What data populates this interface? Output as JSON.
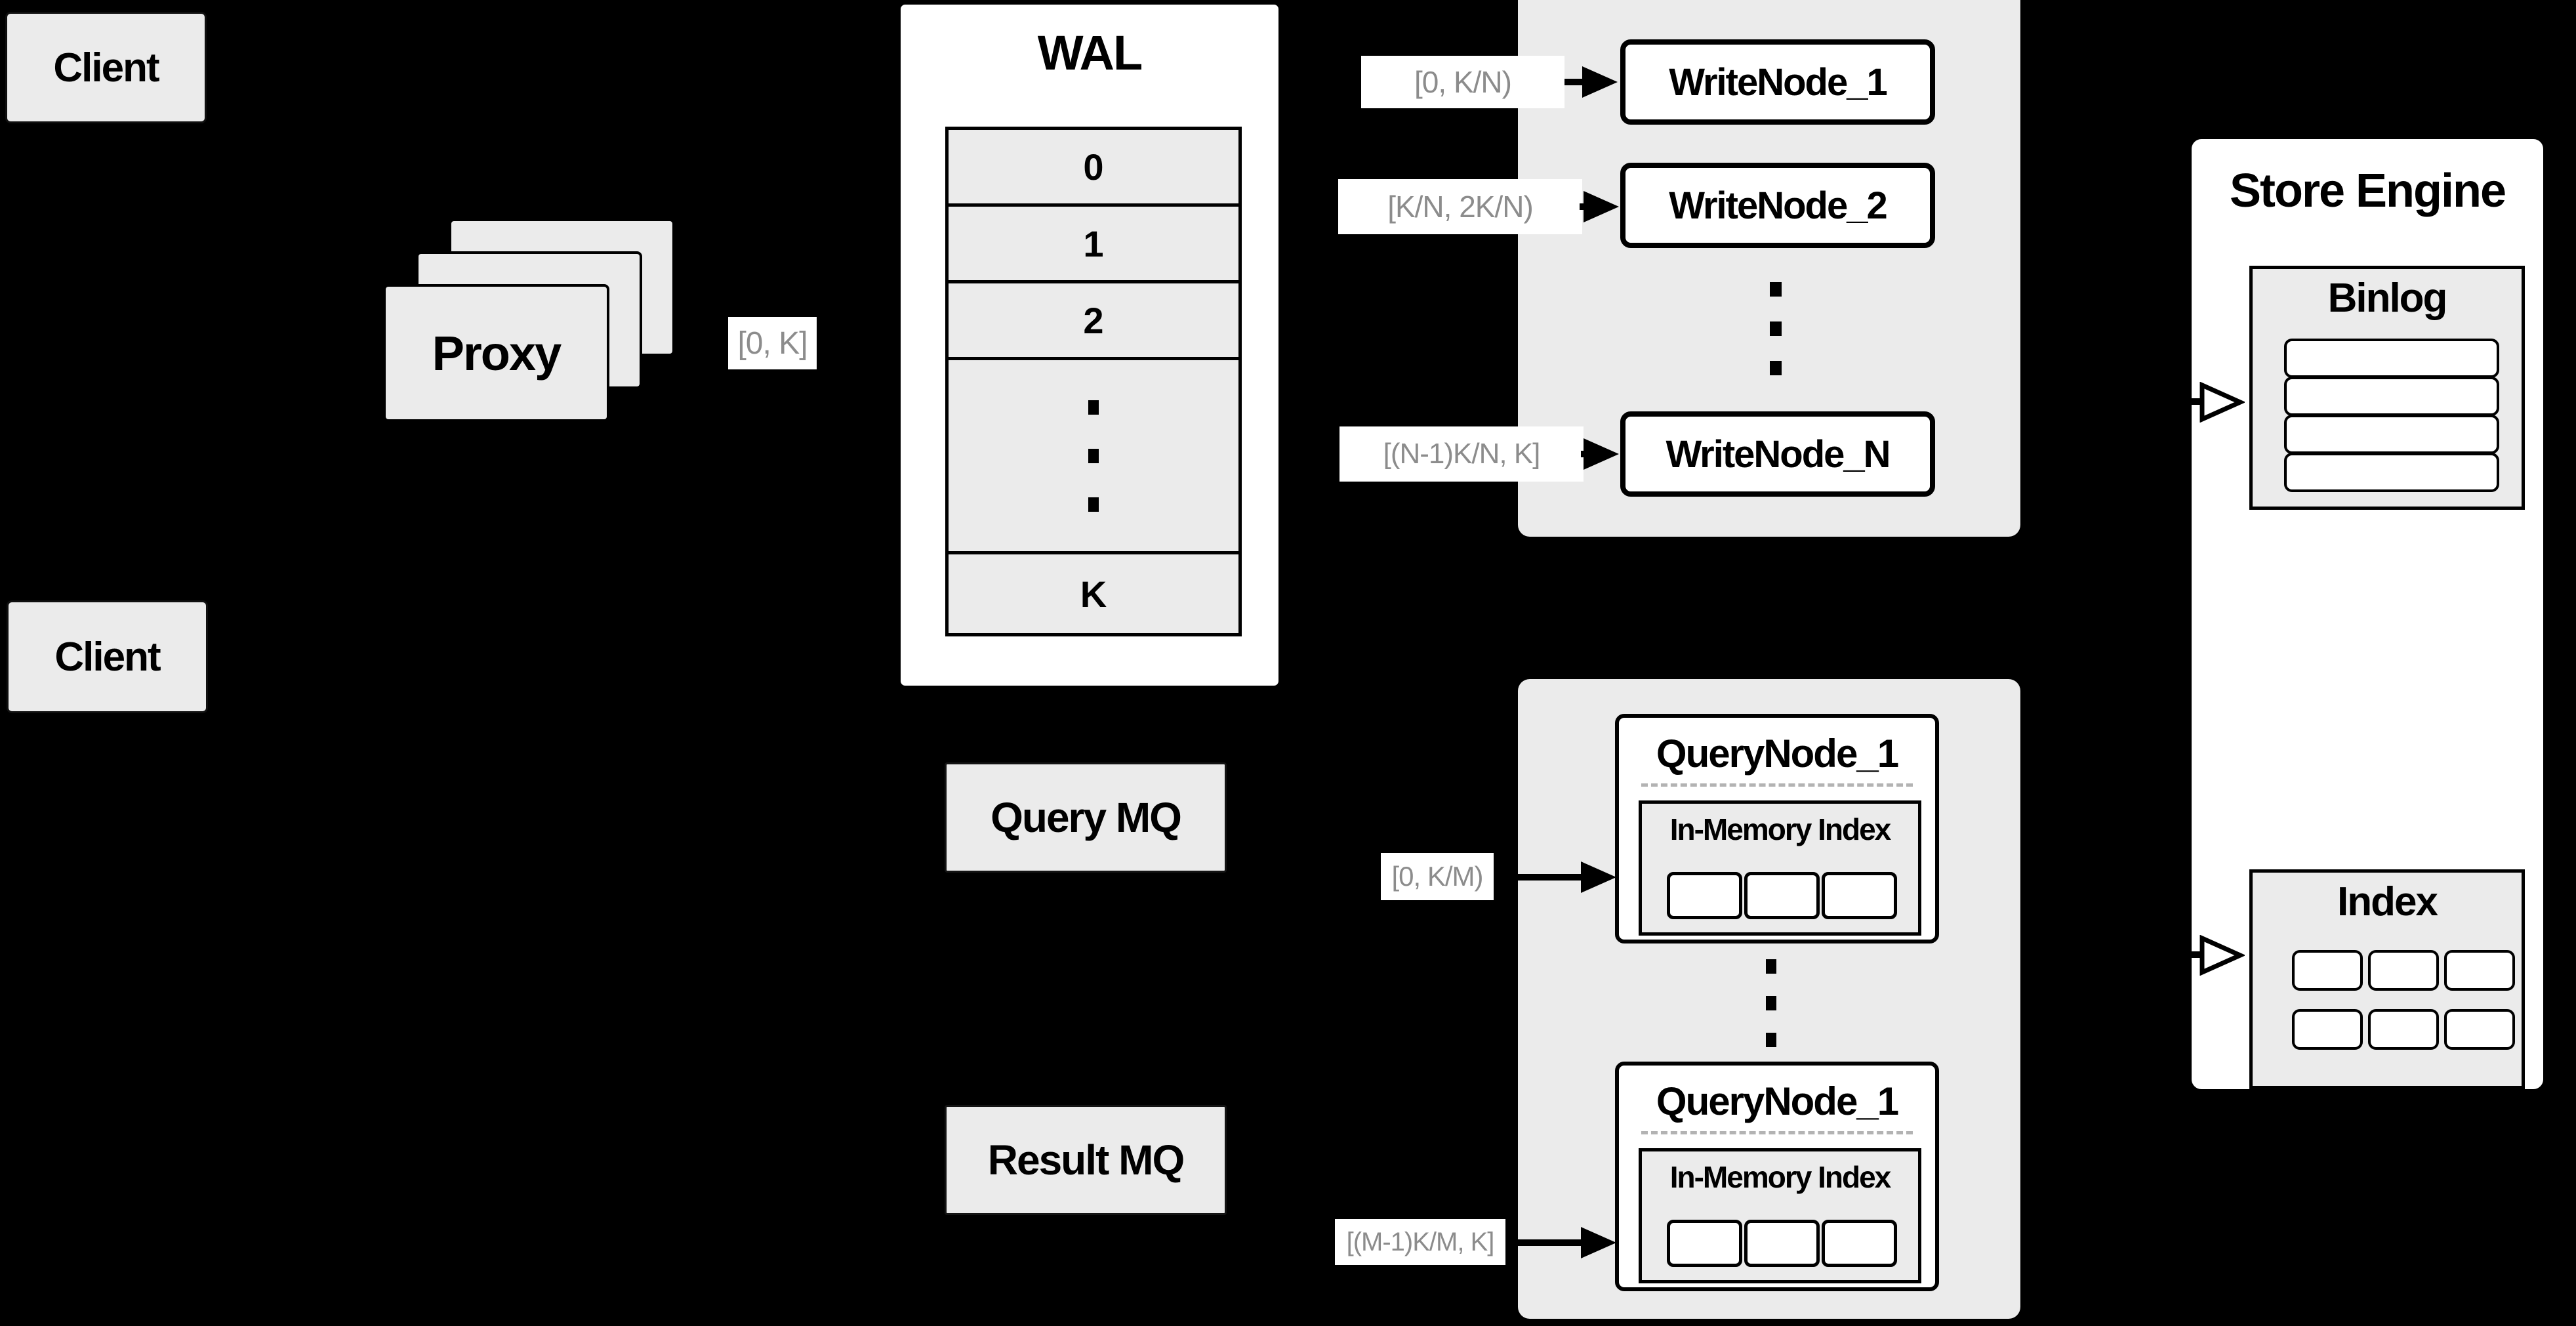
{
  "colors": {
    "background": "#000000",
    "panel_gray": "#ebebeb",
    "box_white": "#ffffff",
    "line_black": "#000000",
    "chip_text_gray": "#8c8c8c",
    "dashed_gray": "#b3b3b3"
  },
  "clients": {
    "top_label": "Client",
    "bottom_label": "Client"
  },
  "proxy": {
    "label": "Proxy",
    "range_chip": "[0, K]"
  },
  "wal": {
    "title": "WAL",
    "segments": [
      "0",
      "1",
      "2"
    ],
    "last_segment": "K"
  },
  "write_cluster": {
    "nodes": [
      {
        "label": "WriteNode_1",
        "range": "[0, K/N)"
      },
      {
        "label": "WriteNode_2",
        "range": "[K/N, 2K/N)"
      },
      {
        "label": "WriteNode_N",
        "range": "[(N-1)K/N, K]"
      }
    ]
  },
  "mq": {
    "query_label": "Query MQ",
    "result_label": "Result MQ"
  },
  "query_cluster": {
    "nodes": [
      {
        "label": "QueryNode_1",
        "inner_title": "In-Memory Index",
        "range": "[0, K/M)"
      },
      {
        "label": "QueryNode_1",
        "inner_title": "In-Memory Index",
        "range": "[(M-1)K/M, K]"
      }
    ]
  },
  "store_engine": {
    "title": "Store Engine",
    "binlog_title": "Binlog",
    "index_title": "Index"
  }
}
